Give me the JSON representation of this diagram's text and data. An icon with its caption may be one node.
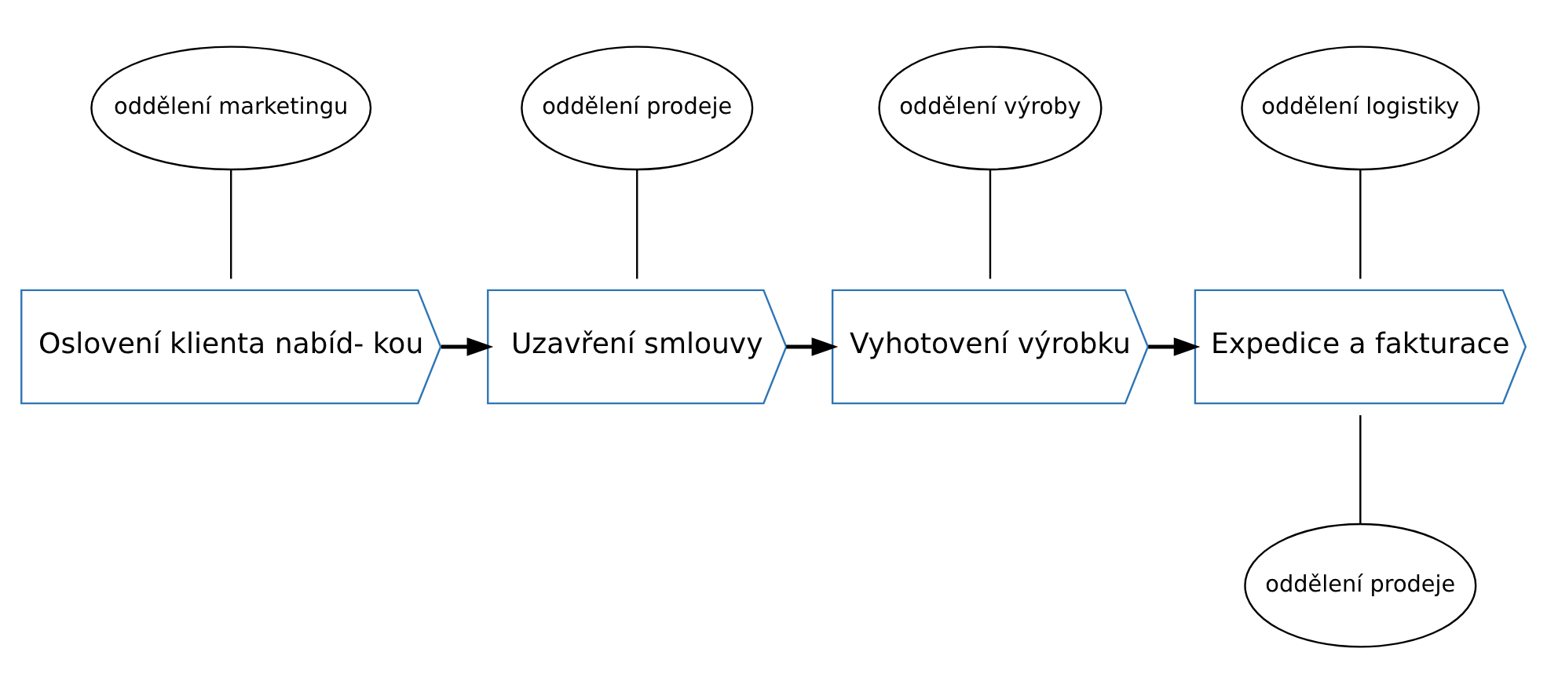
{
  "diagram": {
    "nodes": [
      {
        "text": [
          "oddělení marketingu"
        ]
      },
      {
        "text": [
          "oddělení prodeje"
        ]
      },
      {
        "text": [
          "oddělení výroby"
        ]
      },
      {
        "text": [
          "oddělení logistiky"
        ]
      },
      {
        "text": [
          "Oslovení klienta nabíd- kou"
        ]
      },
      {
        "text": [
          "Uzavření smlouvy"
        ]
      },
      {
        "text": [
          "Vyhotovení výrobku"
        ]
      },
      {
        "text": [
          "Expedice a fakturace"
        ]
      },
      {
        "text": [
          "oddělení prodeje"
        ]
      }
    ],
    "edges": [
      {
        "from": 0,
        "to": 4,
        "arrow": "none"
      },
      {
        "from": 1,
        "to": 5,
        "arrow": "none"
      },
      {
        "from": 2,
        "to": 6,
        "arrow": "none"
      },
      {
        "from": 3,
        "to": 7,
        "arrow": "none"
      },
      {
        "from": 4,
        "to": 5,
        "arrow": "to"
      },
      {
        "from": 5,
        "to": 6,
        "arrow": "to"
      },
      {
        "from": 6,
        "to": 7,
        "arrow": "to"
      },
      {
        "from": 7,
        "to": 8,
        "arrow": "none"
      }
    ]
  }
}
